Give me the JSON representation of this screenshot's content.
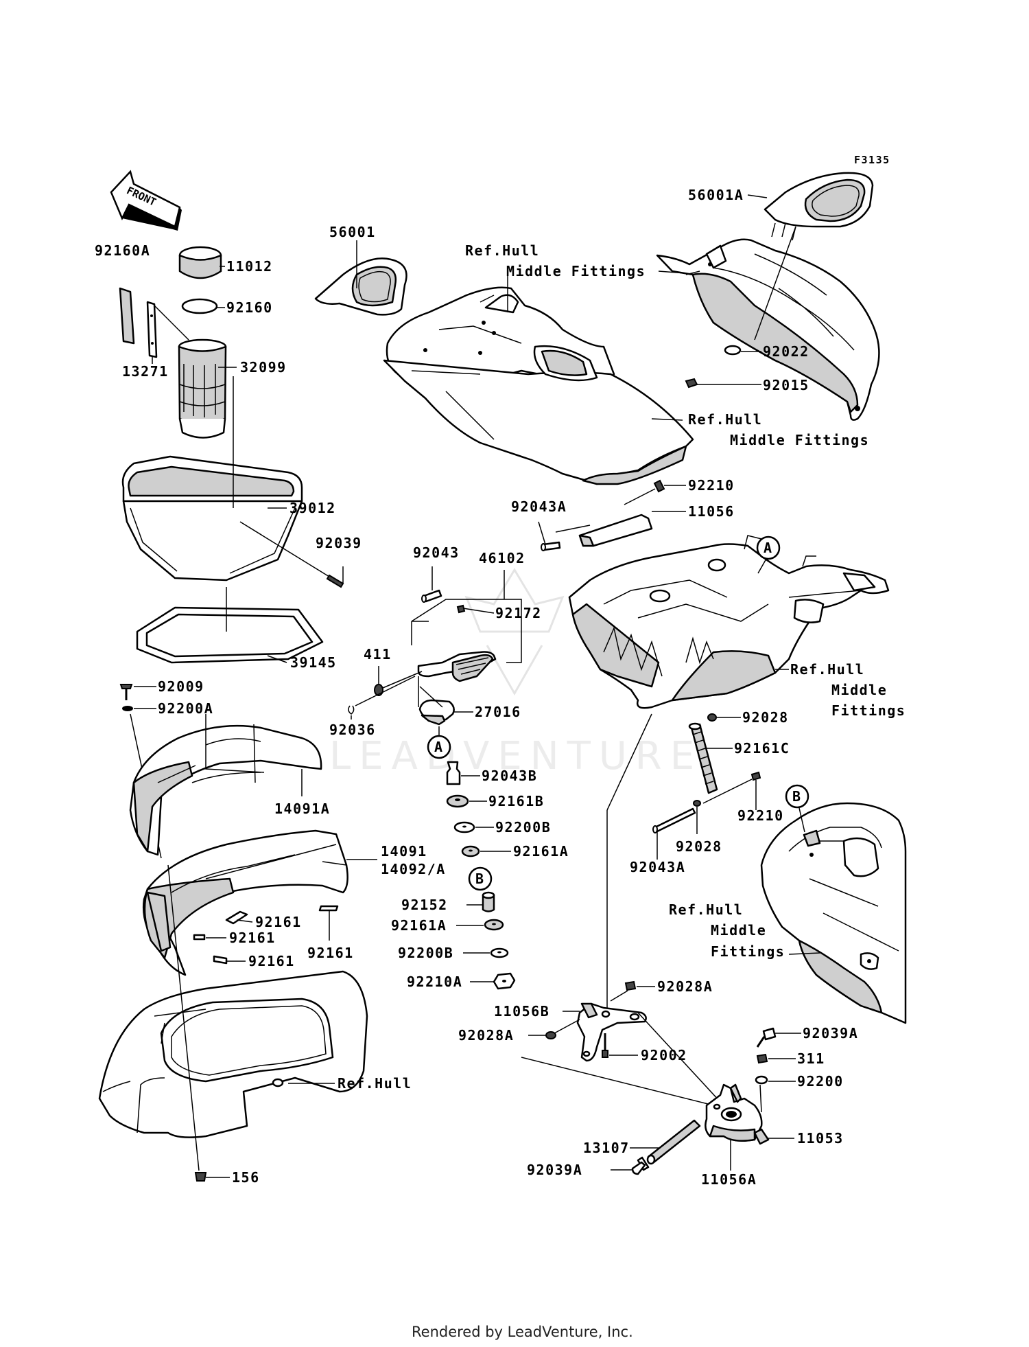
{
  "figure_code": "F3135",
  "front_marker": "FRONT",
  "watermark": "LEADVENTURE",
  "footer": "Rendered by LeadVenture, Inc.",
  "labels": {
    "l_92160A": "92160A",
    "l_11012": "11012",
    "l_92160": "92160",
    "l_13271": "13271",
    "l_32099": "32099",
    "l_39012": "39012",
    "l_92039": "92039",
    "l_39145": "39145",
    "l_92009": "92009",
    "l_92200A": "92200A",
    "l_14091A": "14091A",
    "l_14091": "14091",
    "l_14092A": "14092/A",
    "l_92161_a": "92161",
    "l_92161_b": "92161",
    "l_92161_c": "92161",
    "l_92161_d": "92161",
    "l_refhull_bottom": "Ref.Hull",
    "l_156": "156",
    "l_56001": "56001",
    "l_refhull_mid1_a": "Ref.Hull",
    "l_refhull_mid1_b": "Middle Fittings",
    "l_56001A": "56001A",
    "l_92022": "92022",
    "l_92015": "92015",
    "l_refhull_mid2_a": "Ref.Hull",
    "l_refhull_mid2_b": "Middle Fittings",
    "l_92210_top": "92210",
    "l_92043A_top": "92043A",
    "l_11056": "11056",
    "l_92043": "92043",
    "l_46102": "46102",
    "l_92172": "92172",
    "l_411": "411",
    "l_27016": "27016",
    "l_92036": "92036",
    "l_refhull_mid3_a": "Ref.Hull",
    "l_refhull_mid3_b": "Middle",
    "l_refhull_mid3_c": "Fittings",
    "l_92028_top": "92028",
    "l_92161C": "92161C",
    "l_92043B": "92043B",
    "l_92161B": "92161B",
    "l_92200B_1": "92200B",
    "l_92161A_1": "92161A",
    "l_92152": "92152",
    "l_92161A_2": "92161A",
    "l_92200B_2": "92200B",
    "l_92210A": "92210A",
    "l_92210_mid": "92210",
    "l_92028_mid": "92028",
    "l_92043A_mid": "92043A",
    "l_refhull_mid4_a": "Ref.Hull",
    "l_refhull_mid4_b": "Middle",
    "l_refhull_mid4_c": "Fittings",
    "l_92028A_1": "92028A",
    "l_11056B": "11056B",
    "l_92028A_2": "92028A",
    "l_92002": "92002",
    "l_92039A_1": "92039A",
    "l_311": "311",
    "l_92200": "92200",
    "l_13107": "13107",
    "l_11053": "11053",
    "l_92039A_2": "92039A",
    "l_11056A": "11056A"
  },
  "callouts": {
    "a1": "A",
    "a2": "A",
    "b1": "B",
    "b2": "B"
  }
}
